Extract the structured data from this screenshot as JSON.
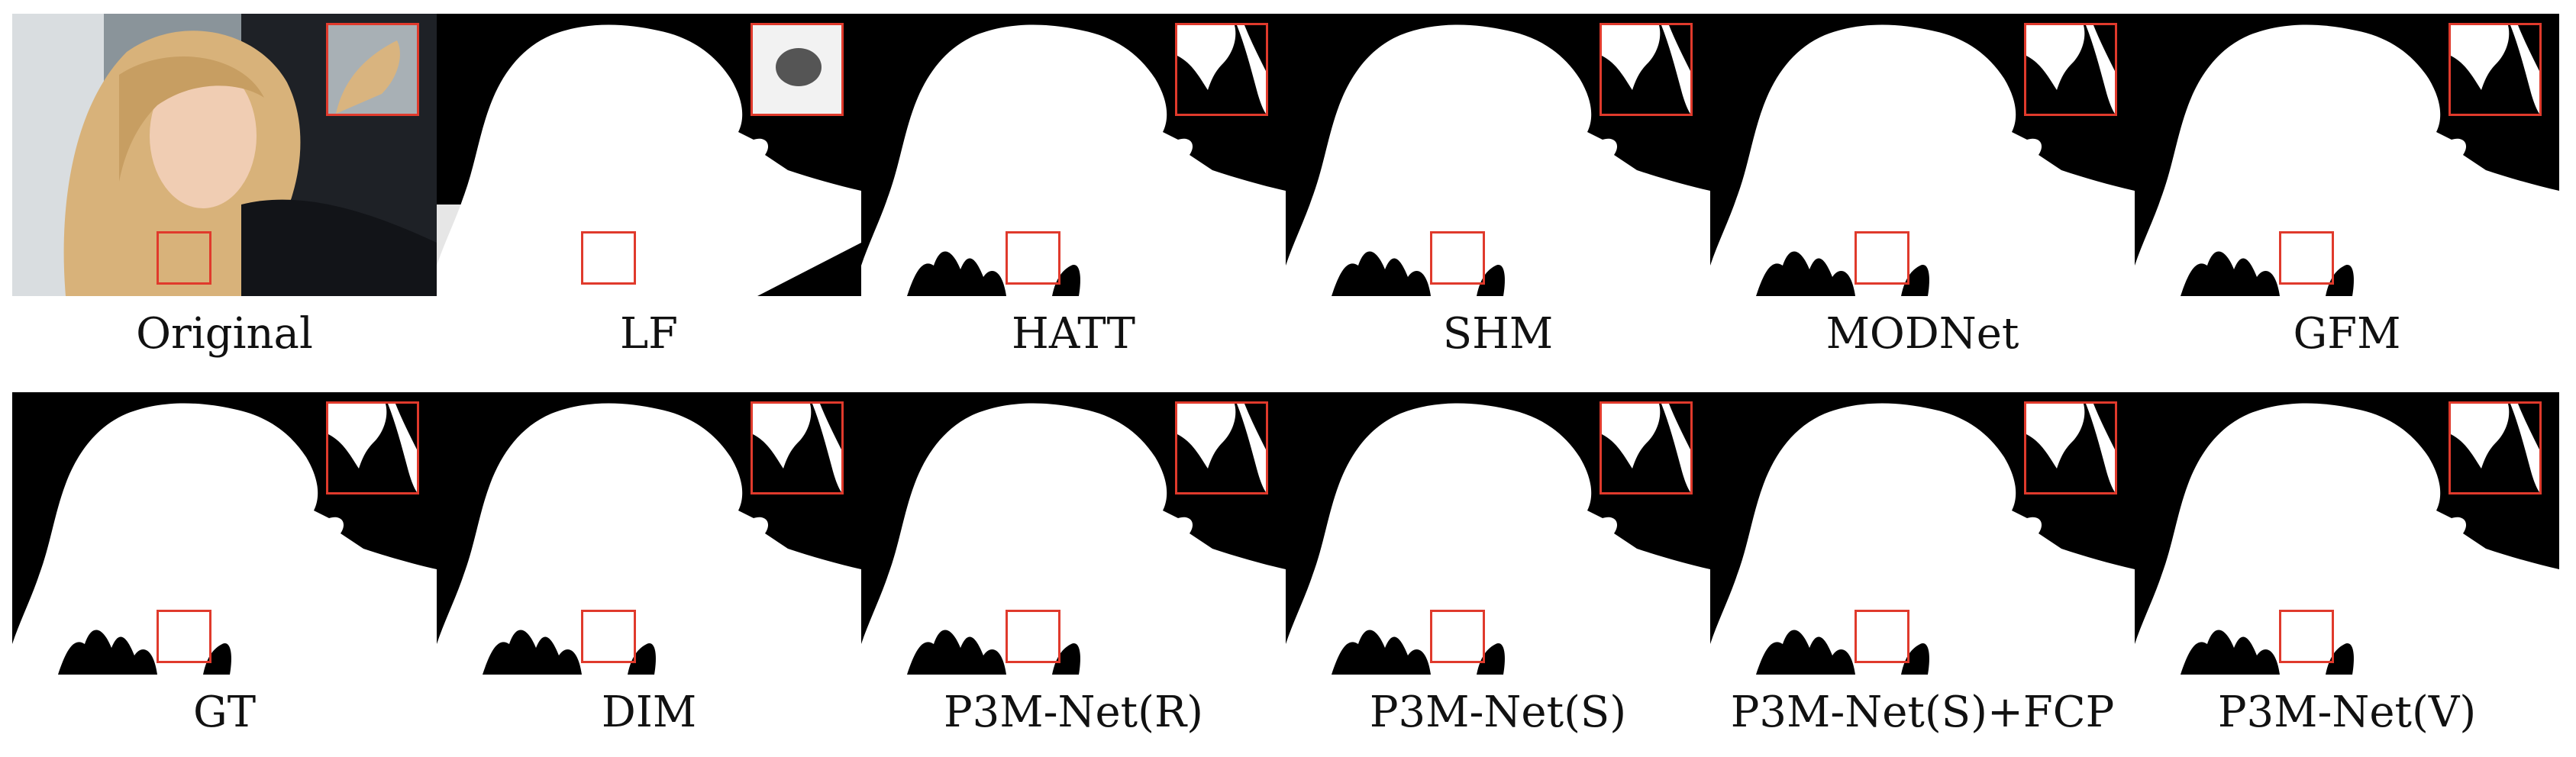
{
  "figure": {
    "row1": [
      "Original",
      "LF",
      "HATT",
      "SHM",
      "MODNet",
      "GFM"
    ],
    "row2": [
      "GT",
      "DIM",
      "P3M-Net(R)",
      "P3M-Net(S)",
      "P3M-Net(S)+FCP",
      "P3M-Net(V)"
    ]
  },
  "colors": {
    "highlight": "#e03a2c",
    "background": "#000000",
    "foreground": "#ffffff"
  }
}
